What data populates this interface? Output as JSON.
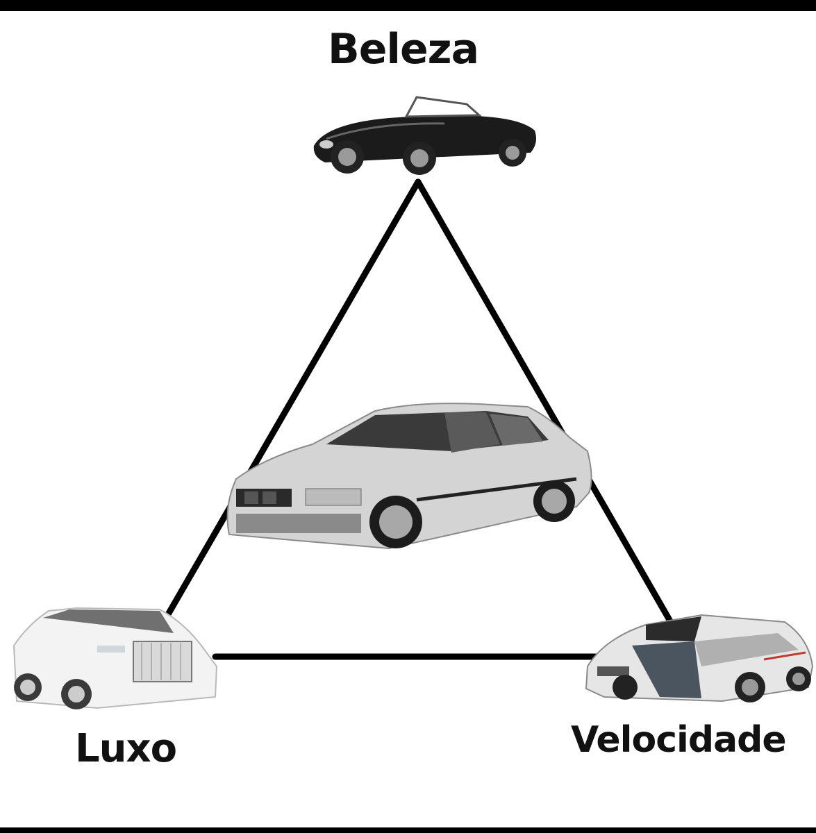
{
  "labels": {
    "top": "Beleza",
    "bottom_left": "Luxo",
    "bottom_right": "Velocidade"
  },
  "cars": {
    "top": "black-vintage-convertible",
    "center": "silver-sedan",
    "bottom_left": "white-luxury-coupe",
    "bottom_right": "white-black-hypercar"
  },
  "colors": {
    "background": "#ffffff",
    "line": "#000000",
    "text": "#111111"
  }
}
